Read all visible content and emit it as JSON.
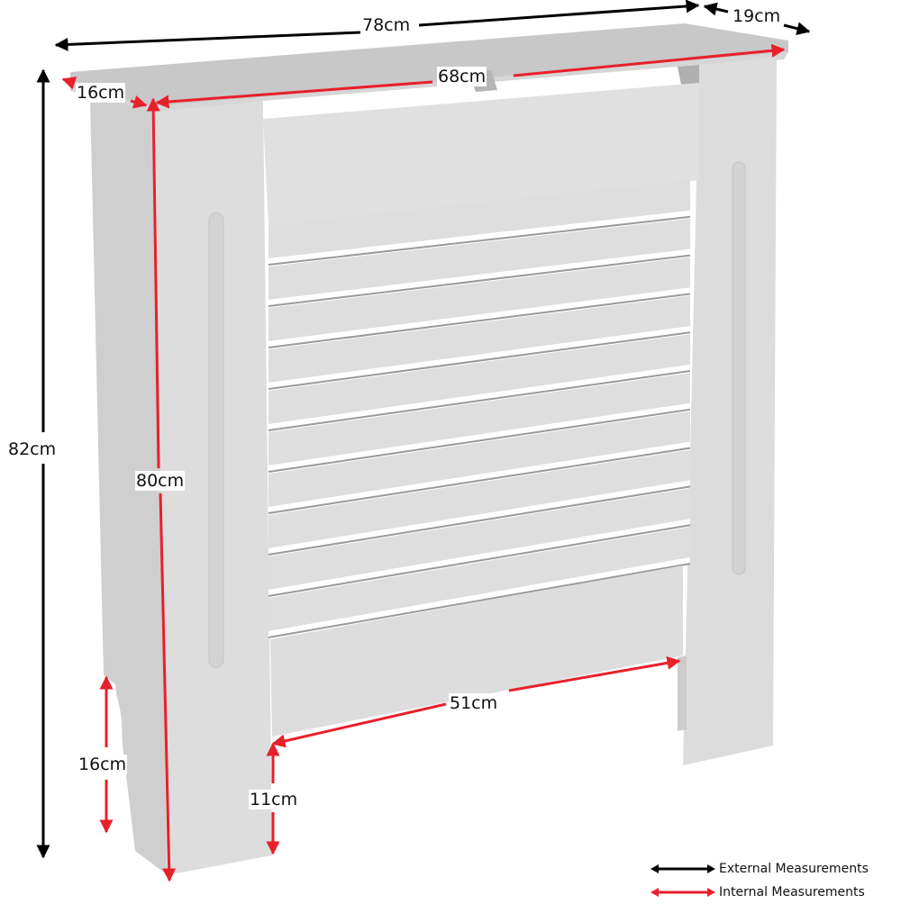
{
  "diagram": {
    "subject": "Radiator cover",
    "colors": {
      "external": "#000000",
      "internal": "#e8202a",
      "panel": "#dcdcdc",
      "panel_dark": "#c9c9c9",
      "top": "#c8c8c8"
    },
    "external_measurements": {
      "width": "78cm",
      "depth": "19cm",
      "height": "82cm"
    },
    "internal_measurements": {
      "inner_width": "68cm",
      "side_depth": "16cm",
      "inner_height": "80cm",
      "bottom_opening_width": "51cm",
      "bottom_opening_height": "11cm",
      "side_cutout_height": "16cm"
    },
    "legend": {
      "external_label": "External Measurements",
      "internal_label": "Internal Measurements"
    },
    "slat_count": 10
  }
}
